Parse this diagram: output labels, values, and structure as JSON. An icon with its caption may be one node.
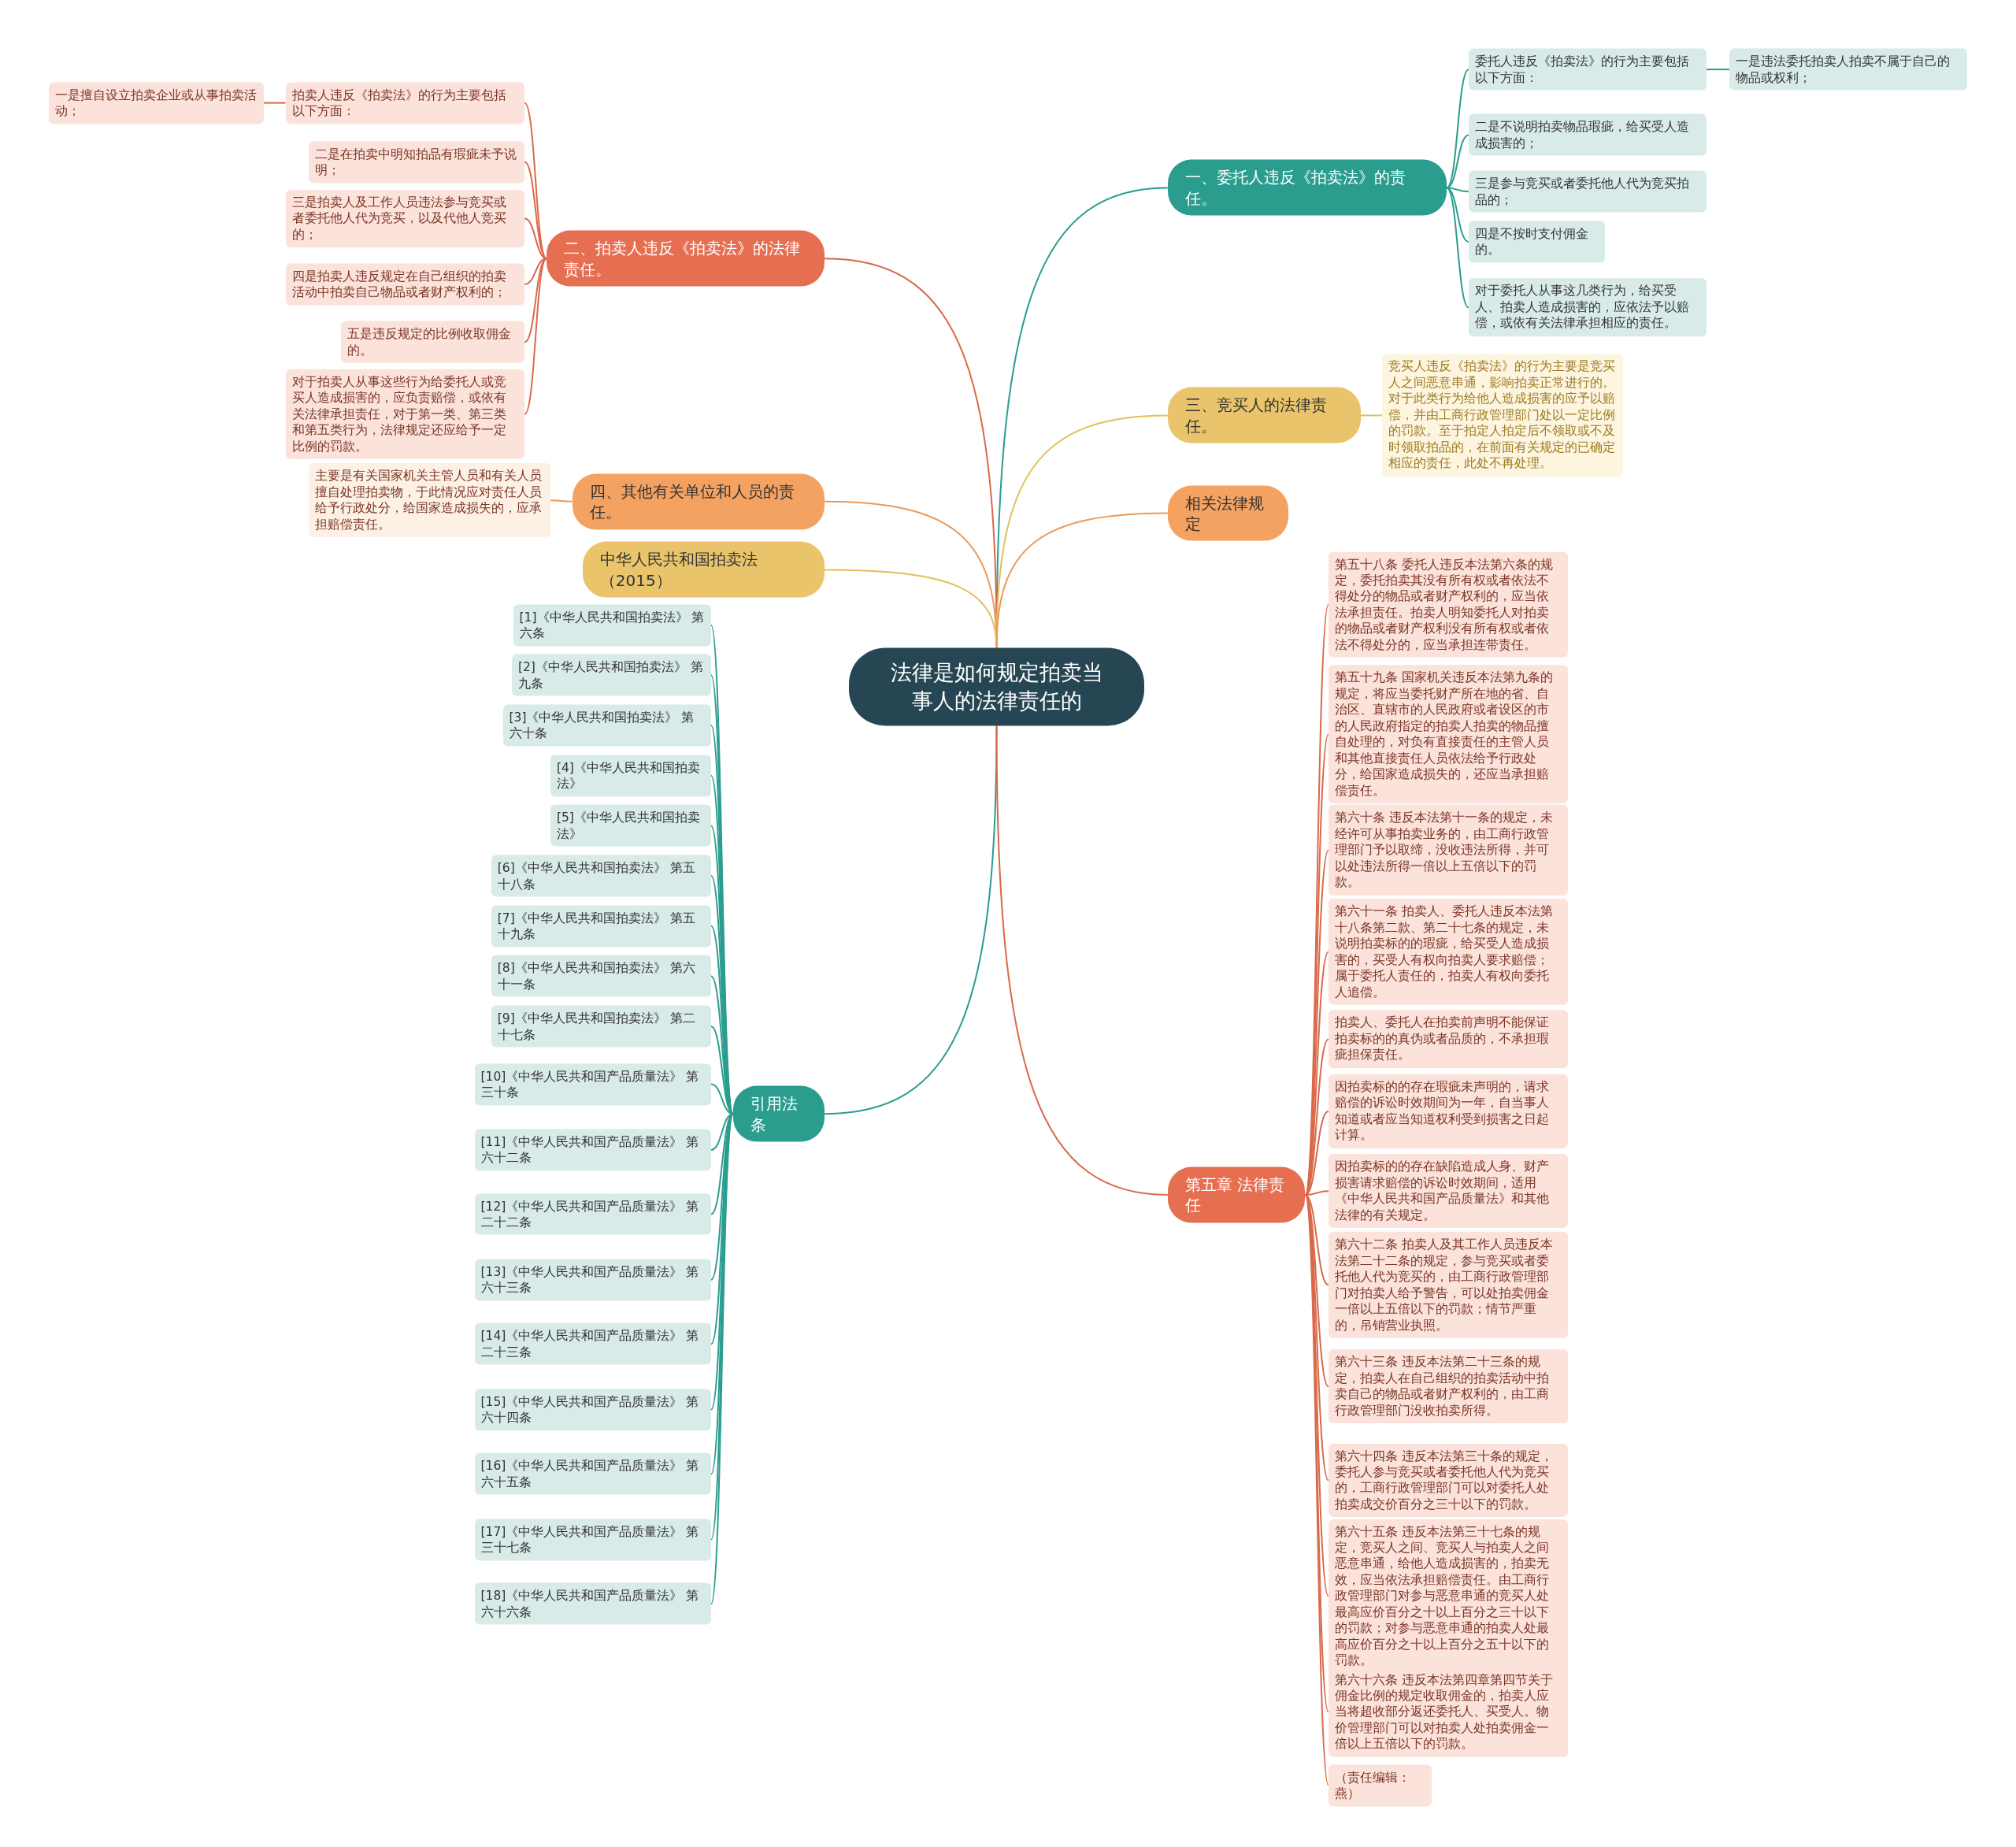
{
  "diagram": {
    "nodes": [
      {
        "text": [
          "法律是如何规定拍卖当事人的法律责任的"
        ]
      },
      {
        "text": [
          "一、委托人违反《拍卖法》的责任。"
        ]
      },
      {
        "text": [
          "委托人违反《拍卖法》的行为主要包括以下方面："
        ]
      },
      {
        "text": [
          "一是违法委托拍卖人拍卖不属于自己的物品或权利；"
        ]
      },
      {
        "text": [
          "二是不说明拍卖物品瑕疵，给买受人造成损害的；"
        ]
      },
      {
        "text": [
          "三是参与竞买或者委托他人代为竞买拍品的；"
        ]
      },
      {
        "text": [
          "四是不按时支付佣金的。"
        ]
      },
      {
        "text": [
          "对于委托人从事这几类行为，给买受人、拍卖人造成损害的，应依法予以赔偿，或依有关法律承担相应的责任。"
        ]
      },
      {
        "text": [
          "二、拍卖人违反《拍卖法》的法律责任。"
        ]
      },
      {
        "text": [
          "拍卖人违反《拍卖法》的行为主要包括以下方面："
        ]
      },
      {
        "text": [
          "一是擅自设立拍卖企业或从事拍卖活动；"
        ]
      },
      {
        "text": [
          "二是在拍卖中明知拍品有瑕疵未予说明；"
        ]
      },
      {
        "text": [
          "三是拍卖人及工作人员违法参与竞买或者委托他人代为竞买，以及代他人竞买的；"
        ]
      },
      {
        "text": [
          "四是拍卖人违反规定在自己组织的拍卖活动中拍卖自己物品或者财产权利的；"
        ]
      },
      {
        "text": [
          "五是违反规定的比例收取佣金的。"
        ]
      },
      {
        "text": [
          "对于拍卖人从事这些行为给委托人或竞买人造成损害的，应负责赔偿，或依有关法律承担责任，对于第一类、第三类和第五类行为，法律规定还应给予一定比例的罚款。"
        ]
      },
      {
        "text": [
          "三、竞买人的法律责任。"
        ]
      },
      {
        "text": [
          "竞买人违反《拍卖法》的行为主要是竞买人之间恶意串通，影响拍卖正常进行的。对于此类行为给他人造成损害的应予以赔偿，并由工商行政管理部门处以一定比例的罚款。至于拍定人拍定后不领取或不及时领取拍品的，在前面有关规定的已确定相应的责任，此处不再处理。"
        ]
      },
      {
        "text": [
          "四、其他有关单位和人员的责任。"
        ]
      },
      {
        "text": [
          "主要是有关国家机关主管人员和有关人员擅自处理拍卖物，于此情况应对责任人员给予行政处分，给国家造成损失的，应承担赔偿责任。"
        ]
      },
      {
        "text": [
          "中华人民共和国拍卖法（2015）"
        ]
      },
      {
        "text": [
          "相关法律规定"
        ]
      },
      {
        "text": [
          "引用法条"
        ]
      },
      {
        "text": [
          "[1]《中华人民共和国拍卖法》 第六条"
        ]
      },
      {
        "text": [
          "[2]《中华人民共和国拍卖法》 第九条"
        ]
      },
      {
        "text": [
          "[3]《中华人民共和国拍卖法》 第六十条"
        ]
      },
      {
        "text": [
          "[4]《中华人民共和国拍卖法》"
        ]
      },
      {
        "text": [
          "[5]《中华人民共和国拍卖法》"
        ]
      },
      {
        "text": [
          "[6]《中华人民共和国拍卖法》 第五十八条"
        ]
      },
      {
        "text": [
          "[7]《中华人民共和国拍卖法》 第五十九条"
        ]
      },
      {
        "text": [
          "[8]《中华人民共和国拍卖法》 第六十一条"
        ]
      },
      {
        "text": [
          "[9]《中华人民共和国拍卖法》 第二十七条"
        ]
      },
      {
        "text": [
          "[10]《中华人民共和国产品质量法》 第三十条"
        ]
      },
      {
        "text": [
          "[11]《中华人民共和国产品质量法》 第六十二条"
        ]
      },
      {
        "text": [
          "[12]《中华人民共和国产品质量法》 第二十二条"
        ]
      },
      {
        "text": [
          "[13]《中华人民共和国产品质量法》 第六十三条"
        ]
      },
      {
        "text": [
          "[14]《中华人民共和国产品质量法》 第二十三条"
        ]
      },
      {
        "text": [
          "[15]《中华人民共和国产品质量法》 第六十四条"
        ]
      },
      {
        "text": [
          "[16]《中华人民共和国产品质量法》 第六十五条"
        ]
      },
      {
        "text": [
          "[17]《中华人民共和国产品质量法》 第三十七条"
        ]
      },
      {
        "text": [
          "[18]《中华人民共和国产品质量法》 第六十六条"
        ]
      },
      {
        "text": [
          "第五章 法律责任"
        ]
      },
      {
        "text": [
          "第五十八条 委托人违反本法第六条的规定，委托拍卖其没有所有权或者依法不得处分的物品或者财产权利的，应当依法承担责任。拍卖人明知委托人对拍卖的物品或者财产权利没有所有权或者依法不得处分的，应当承担连带责任。"
        ]
      },
      {
        "text": [
          "第五十九条 国家机关违反本法第九条的规定，将应当委托财产所在地的省、自治区、直辖市的人民政府或者设区的市的人民政府指定的拍卖人拍卖的物品擅自处理的，对负有直接责任的主管人员和其他直接责任人员依法给予行政处分，给国家造成损失的，还应当承担赔偿责任。"
        ]
      },
      {
        "text": [
          "第六十条 违反本法第十一条的规定，未经许可从事拍卖业务的，由工商行政管理部门予以取缔，没收违法所得，并可以处违法所得一倍以上五倍以下的罚款。"
        ]
      },
      {
        "text": [
          "第六十一条 拍卖人、委托人违反本法第十八条第二款、第二十七条的规定，未说明拍卖标的的瑕疵，给买受人造成损害的，买受人有权向拍卖人要求赔偿；属于委托人责任的，拍卖人有权向委托人追偿。"
        ]
      },
      {
        "text": [
          "拍卖人、委托人在拍卖前声明不能保证拍卖标的的真伪或者品质的，不承担瑕疵担保责任。"
        ]
      },
      {
        "text": [
          "因拍卖标的的存在瑕疵未声明的，请求赔偿的诉讼时效期间为一年，自当事人知道或者应当知道权利受到损害之日起计算。"
        ]
      },
      {
        "text": [
          "因拍卖标的的存在缺陷造成人身、财产损害请求赔偿的诉讼时效期间，适用《中华人民共和国产品质量法》和其他法律的有关规定。"
        ]
      },
      {
        "text": [
          "第六十二条 拍卖人及其工作人员违反本法第二十二条的规定，参与竞买或者委托他人代为竞买的，由工商行政管理部门对拍卖人给予警告，可以处拍卖佣金一倍以上五倍以下的罚款；情节严重的，吊销营业执照。"
        ]
      },
      {
        "text": [
          "第六十三条 违反本法第二十三条的规定，拍卖人在自己组织的拍卖活动中拍卖自己的物品或者财产权利的，由工商行政管理部门没收拍卖所得。"
        ]
      },
      {
        "text": [
          "第六十四条 违反本法第三十条的规定，委托人参与竞买或者委托他人代为竞买的，工商行政管理部门可以对委托人处拍卖成交价百分之三十以下的罚款。"
        ]
      },
      {
        "text": [
          "第六十五条 违反本法第三十七条的规定，竞买人之间、竞买人与拍卖人之间恶意串通，给他人造成损害的，拍卖无效，应当依法承担赔偿责任。由工商行政管理部门对参与恶意串通的竞买人处最高应价百分之十以上百分之三十以下的罚款；对参与恶意串通的拍卖人处最高应价百分之十以上百分之五十以下的罚款。"
        ]
      },
      {
        "text": [
          "第六十六条 违反本法第四章第四节关于佣金比例的规定收取佣金的，拍卖人应当将超收部分返还委托人、买受人。物价管理部门可以对拍卖人处拍卖佣金一倍以上五倍以下的罚款。"
        ]
      },
      {
        "text": [
          "（责任编辑：燕）"
        ]
      }
    ],
    "edges": [
      {
        "from": 0,
        "to": 1,
        "arrow": "none"
      },
      {
        "from": 1,
        "to": 2,
        "arrow": "none"
      },
      {
        "from": 2,
        "to": 3,
        "arrow": "none"
      },
      {
        "from": 1,
        "to": 4,
        "arrow": "none"
      },
      {
        "from": 1,
        "to": 5,
        "arrow": "none"
      },
      {
        "from": 1,
        "to": 6,
        "arrow": "none"
      },
      {
        "from": 1,
        "to": 7,
        "arrow": "none"
      },
      {
        "from": 0,
        "to": 8,
        "arrow": "none",
        "color": "#d9694a"
      },
      {
        "from": 8,
        "to": 9,
        "arrow": "none",
        "color": "#d9694a"
      },
      {
        "from": 9,
        "to": 10,
        "arrow": "none",
        "color": "#d9694a"
      },
      {
        "from": 8,
        "to": 11,
        "arrow": "none",
        "color": "#d9694a"
      },
      {
        "from": 8,
        "to": 12,
        "arrow": "none",
        "color": "#d9694a"
      },
      {
        "from": 8,
        "to": 13,
        "arrow": "none",
        "color": "#d9694a"
      },
      {
        "from": 8,
        "to": 14,
        "arrow": "none",
        "color": "#d9694a"
      },
      {
        "from": 8,
        "to": 15,
        "arrow": "none",
        "color": "#d9694a"
      },
      {
        "from": 0,
        "to": 16,
        "arrow": "none",
        "color": "#e2bf5a"
      },
      {
        "from": 16,
        "to": 17,
        "arrow": "none",
        "color": "#e2bf5a"
      },
      {
        "from": 0,
        "to": 18,
        "arrow": "none",
        "color": "#ec9a58"
      },
      {
        "from": 18,
        "to": 19,
        "arrow": "none",
        "color": "#ec9a58"
      },
      {
        "from": 0,
        "to": 20,
        "arrow": "none",
        "color": "#e2bf5a"
      },
      {
        "from": 0,
        "to": 21,
        "arrow": "none",
        "color": "#ec9a58"
      },
      {
        "from": 0,
        "to": 22,
        "arrow": "none"
      },
      {
        "from": 22,
        "to": 23,
        "arrow": "none"
      },
      {
        "from": 22,
        "to": 24,
        "arrow": "none"
      },
      {
        "from": 22,
        "to": 25,
        "arrow": "none"
      },
      {
        "from": 22,
        "to": 26,
        "arrow": "none"
      },
      {
        "from": 22,
        "to": 27,
        "arrow": "none"
      },
      {
        "from": 22,
        "to": 28,
        "arrow": "none"
      },
      {
        "from": 22,
        "to": 29,
        "arrow": "none"
      },
      {
        "from": 22,
        "to": 30,
        "arrow": "none"
      },
      {
        "from": 22,
        "to": 31,
        "arrow": "none"
      },
      {
        "from": 22,
        "to": 32,
        "arrow": "none"
      },
      {
        "from": 22,
        "to": 33,
        "arrow": "none"
      },
      {
        "from": 22,
        "to": 34,
        "arrow": "none"
      },
      {
        "from": 22,
        "to": 35,
        "arrow": "none"
      },
      {
        "from": 22,
        "to": 36,
        "arrow": "none"
      },
      {
        "from": 22,
        "to": 37,
        "arrow": "none"
      },
      {
        "from": 22,
        "to": 38,
        "arrow": "none"
      },
      {
        "from": 22,
        "to": 39,
        "arrow": "none"
      },
      {
        "from": 22,
        "to": 40,
        "arrow": "none"
      },
      {
        "from": 0,
        "to": 41,
        "arrow": "none",
        "color": "#d9694a"
      },
      {
        "from": 41,
        "to": 42,
        "arrow": "none",
        "color": "#d9694a"
      },
      {
        "from": 41,
        "to": 43,
        "arrow": "none",
        "color": "#d9694a"
      },
      {
        "from": 41,
        "to": 44,
        "arrow": "none",
        "color": "#d9694a"
      },
      {
        "from": 41,
        "to": 45,
        "arrow": "none",
        "color": "#d9694a"
      },
      {
        "from": 41,
        "to": 46,
        "arrow": "none",
        "color": "#d9694a"
      },
      {
        "from": 41,
        "to": 47,
        "arrow": "none",
        "color": "#d9694a"
      },
      {
        "from": 41,
        "to": 48,
        "arrow": "none",
        "color": "#d9694a"
      },
      {
        "from": 41,
        "to": 49,
        "arrow": "none",
        "color": "#d9694a"
      },
      {
        "from": 41,
        "to": 50,
        "arrow": "none",
        "color": "#d9694a"
      },
      {
        "from": 41,
        "to": 51,
        "arrow": "none",
        "color": "#d9694a"
      },
      {
        "from": 41,
        "to": 52,
        "arrow": "none",
        "color": "#d9694a"
      },
      {
        "from": 41,
        "to": 53,
        "arrow": "none",
        "color": "#d9694a"
      },
      {
        "from": 41,
        "to": 54,
        "arrow": "none",
        "color": "#d9694a"
      }
    ]
  }
}
